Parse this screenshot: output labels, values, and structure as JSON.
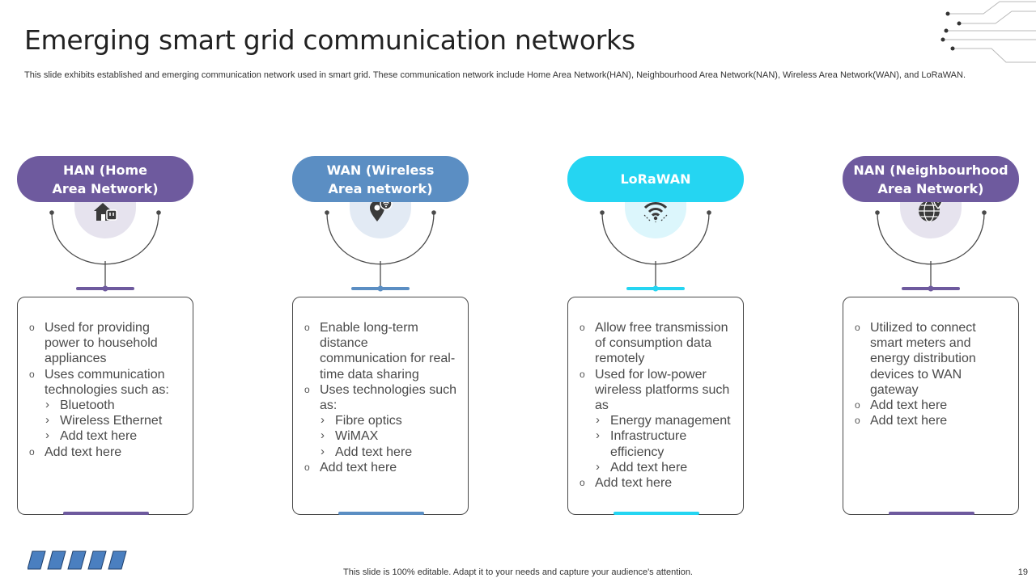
{
  "title": "Emerging smart grid communication networks",
  "subtitle": "This slide exhibits established and emerging communication network used in smart grid. These communication network include Home Area Network(HAN), Neighbourhood Area Network(NAN), Wireless Area Network(WAN), and LoRaWAN.",
  "columns": [
    {
      "heading": "HAN (Home\nArea Network)",
      "color": "#6e5a9e",
      "circle_color": "#e6e3ee",
      "icon": "house-plug-icon",
      "items": [
        {
          "t": "Used for providing power to household appliances",
          "lvl": 0
        },
        {
          "t": "Uses communication technologies such as:",
          "lvl": 0
        },
        {
          "t": "Bluetooth",
          "lvl": 1
        },
        {
          "t": "Wireless Ethernet",
          "lvl": 1
        },
        {
          "t": "Add text here",
          "lvl": 1
        },
        {
          "t": "Add text here",
          "lvl": 0
        }
      ]
    },
    {
      "heading": "WAN (Wireless\nArea network)",
      "color": "#5b8ec3",
      "circle_color": "#e2eaf4",
      "icon": "location-wifi-icon",
      "items": [
        {
          "t": "Enable long-term distance communication for real-time data sharing",
          "lvl": 0
        },
        {
          "t": "Uses technologies such as:",
          "lvl": 0
        },
        {
          "t": "Fibre optics",
          "lvl": 1
        },
        {
          "t": "WiMAX",
          "lvl": 1
        },
        {
          "t": "Add text here",
          "lvl": 1
        },
        {
          "t": "Add text here",
          "lvl": 0
        }
      ]
    },
    {
      "heading": "LoRaWAN",
      "color": "#25d5f2",
      "circle_color": "#dcf6fc",
      "icon": "wifi-signal-icon",
      "items": [
        {
          "t": "Allow free transmission of consumption data remotely",
          "lvl": 0
        },
        {
          "t": "Used for low-power wireless platforms such as",
          "lvl": 0
        },
        {
          "t": "Energy management",
          "lvl": 1
        },
        {
          "t": "Infrastructure efficiency",
          "lvl": 1
        },
        {
          "t": "Add text here",
          "lvl": 1
        },
        {
          "t": "Add text here",
          "lvl": 0
        }
      ]
    },
    {
      "heading": "NAN (Neighbourhood\nArea Network)",
      "color": "#6e5a9e",
      "circle_color": "#e6e3ee",
      "icon": "globe-pin-icon",
      "items": [
        {
          "t": "Utilized to connect smart meters and energy distribution devices to WAN gateway",
          "lvl": 0
        },
        {
          "t": "Add text here",
          "lvl": 0
        },
        {
          "t": "Add text here",
          "lvl": 0
        }
      ]
    }
  ],
  "footer": "This slide is 100% editable. Adapt it to your needs and capture your audience's attention.",
  "page_number": "19"
}
